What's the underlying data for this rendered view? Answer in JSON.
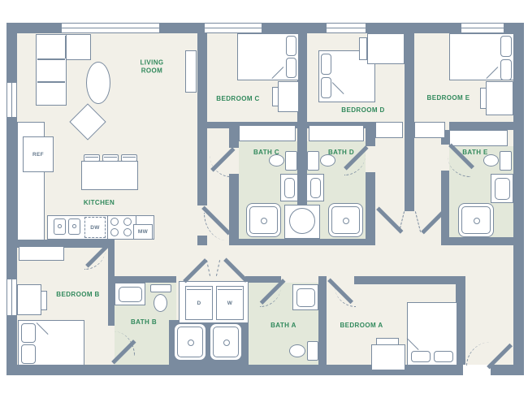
{
  "rooms": {
    "living_room": "LIVING ROOM",
    "kitchen": "KITCHEN",
    "bedroom_a": "BEDROOM A",
    "bedroom_b": "BEDROOM B",
    "bedroom_c": "BEDROOM C",
    "bedroom_d": "BEDROOM D",
    "bedroom_e": "BEDROOM E",
    "bath_a": "BATH A",
    "bath_b": "BATH B",
    "bath_c": "BATH C",
    "bath_d": "BATH D",
    "bath_e": "BATH E"
  },
  "appliances": {
    "refrigerator": "REF",
    "dishwasher": "DW",
    "microwave": "MW",
    "dryer": "D",
    "washer": "W"
  },
  "colors": {
    "wall": "#7a8b9f",
    "floor": "#f2f0e8",
    "bath_floor": "#e3e8da",
    "label_green": "#31895c",
    "label_slate": "#64788c",
    "fixture_white": "#ffffff"
  }
}
